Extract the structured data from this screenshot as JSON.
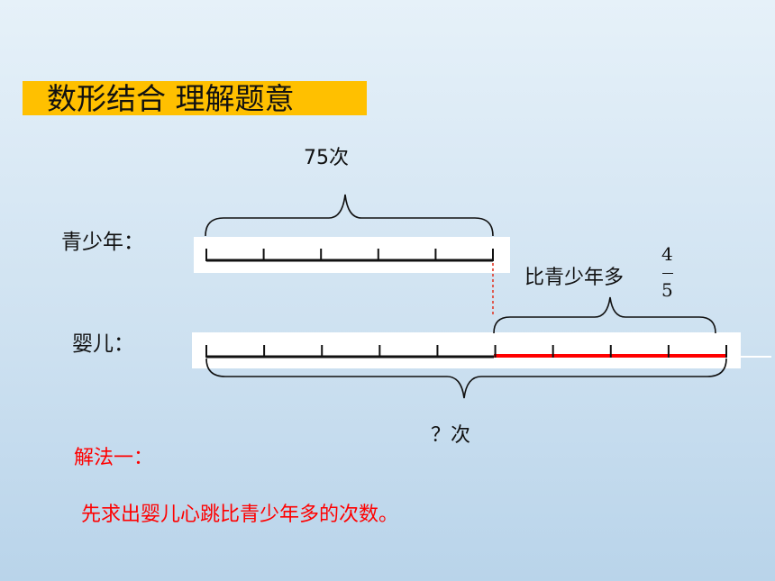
{
  "title": "数形结合  理解题意",
  "teen_label": "青少年：",
  "baby_label": "婴儿：",
  "teen_count": "75次",
  "more_than": "比青少年多",
  "fraction": {
    "numerator": "4",
    "denominator": "5"
  },
  "baby_count": "？次",
  "method_label": "解法一：",
  "method_text": "先求出婴儿心跳比青少年多的次数。",
  "colors": {
    "title_bg": "#ffc000",
    "highlight": "#ff0000",
    "line": "#111111"
  },
  "diagram": {
    "teen_segments": 5,
    "baby_segments": 9,
    "highlighted_segments": 4
  }
}
